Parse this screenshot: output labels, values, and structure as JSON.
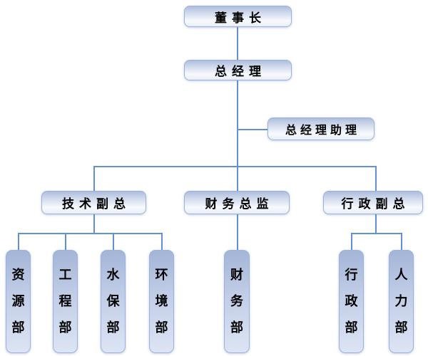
{
  "background": "#ffffff",
  "colors": {
    "line": "#6191d3",
    "box_border": "#9bb3dc",
    "hbox_top": "#aebddc",
    "hbox_bottom": "#e9eef7",
    "vbox_top": "#a3b4d6",
    "vbox_bottom": "#dde5f4",
    "text": "#000000",
    "background": "#ffffff"
  },
  "org": {
    "chairman": {
      "label": "董事长"
    },
    "general_manager": {
      "label": "总经理"
    },
    "gm_assistant": {
      "label": "总经理助理"
    },
    "branches": [
      {
        "label": "技术副总",
        "departments": [
          "资源部",
          "工程部",
          "水保部",
          "环境部"
        ]
      },
      {
        "label": "财务总监",
        "departments": [
          "财务部"
        ]
      },
      {
        "label": "行政副总",
        "departments": [
          "行政部",
          "人力部"
        ]
      }
    ]
  }
}
